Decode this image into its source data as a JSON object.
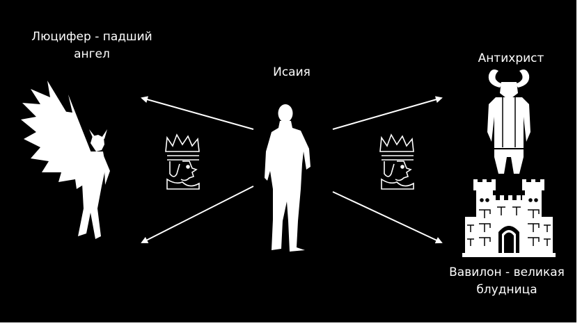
{
  "labels": {
    "lucifer": "Люцифер - падший ангел",
    "isaiah": "Исаия",
    "antichrist": "Антихрист",
    "babylon": "Вавилон - великая блудница"
  },
  "colors": {
    "background": "#000000",
    "foreground": "#ffffff"
  },
  "icons": {
    "lucifer": "winged-fallen-angel-icon",
    "isaiah": "standing-man-icon",
    "king_left": "king-card-face-icon",
    "king_right": "king-card-face-icon",
    "antichrist": "horned-demon-icon",
    "babylon": "ishtar-gate-icon"
  }
}
